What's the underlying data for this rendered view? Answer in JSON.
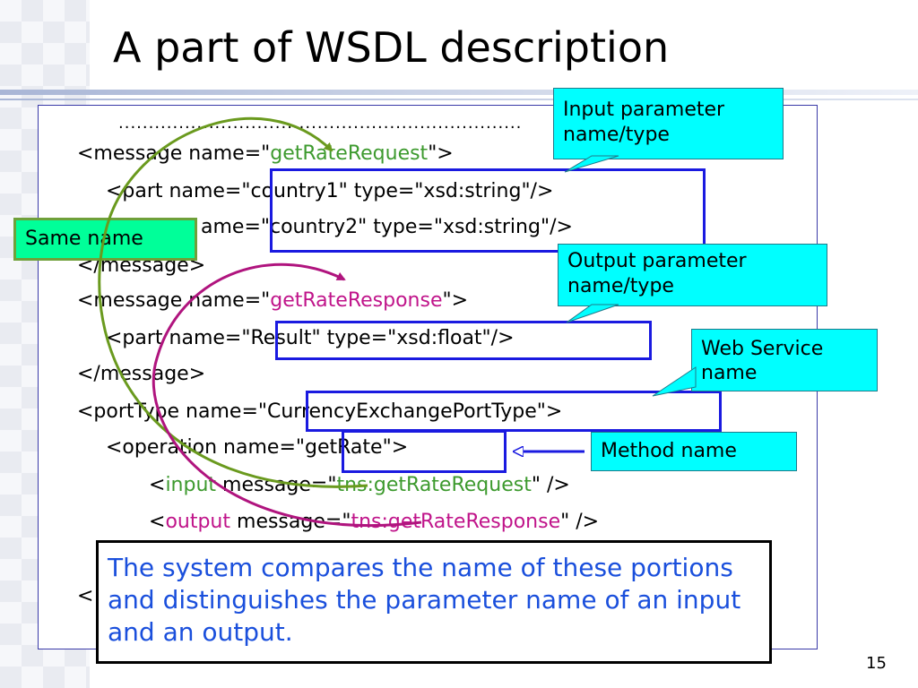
{
  "slide": {
    "title": "A part of WSDL description",
    "page_number": "15"
  },
  "code": {
    "dots": "...................................................................",
    "line_message_open_pre": "<message name=\"",
    "line_message_open_name": "getRateRequest",
    "line_message_open_post": "\">",
    "line_part_country1": "<part name=\"country1\" type=\"xsd:string\"/>",
    "line_part_country2_visible": "ame=\"country2\" type=\"xsd:string\"/>",
    "line_message_close_1": "</message>",
    "line_message2_open_pre": "<message name=\"",
    "line_message2_open_name": "getRateResponse",
    "line_message2_open_post": "\">",
    "line_part_result": "<part name=\"Result\" type=\"xsd:float\"/>",
    "line_message_close_2": "</message>",
    "line_porttype": "<portType name=\"CurrencyExchangePortType\">",
    "line_operation": "<operation name=\"getRate\">",
    "line_input_lt": "<",
    "line_input_kw": "input",
    "line_input_mid": " message=\"",
    "line_input_val": "tns:getRateRequest",
    "line_input_end": "\" />",
    "line_output_lt": "<",
    "line_output_kw": "output",
    "line_output_mid": " message=\"",
    "line_output_val": "tns:getRateResponse",
    "line_output_end": "\" />",
    "line_hidden_lt": "<"
  },
  "callouts": {
    "input_param": "Input parameter name/type",
    "output_param": "Output parameter name/type",
    "web_service": "Web Service name",
    "method": "Method name",
    "same_name": "Same name"
  },
  "note": "The system compares the name of these portions and distinguishes the parameter name of an input and an output.",
  "colors": {
    "green_arrow": "#6a9a1e",
    "magenta_arrow": "#b0147e",
    "blue_box": "#1a1ae0",
    "callout_fill": "#00ffff",
    "same_name_fill": "#00ff99",
    "note_text": "#1a4fdc"
  }
}
